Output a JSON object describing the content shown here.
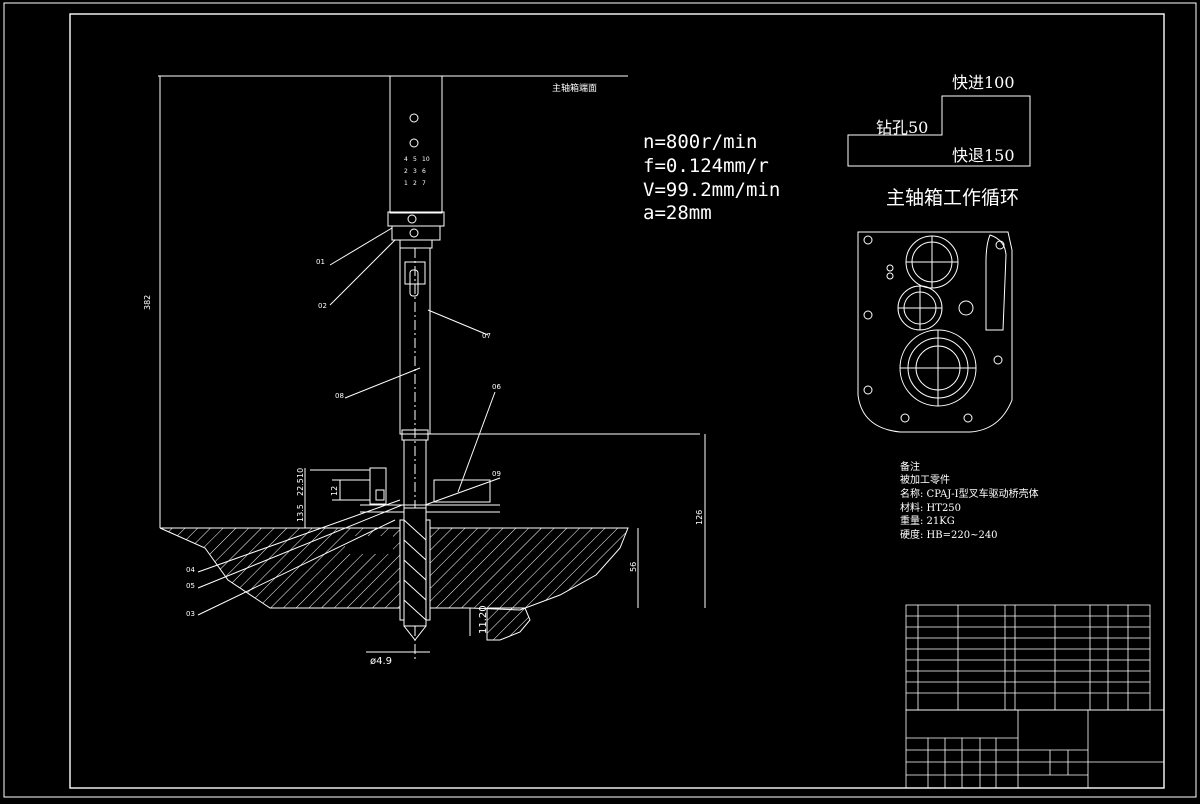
{
  "top_label": "主轴箱端面",
  "params": [
    "n=800r/min",
    "f=0.124mm/r",
    "V=99.2mm/min",
    "a=28mm"
  ],
  "cycle": {
    "fast_in": "快进100",
    "drill": "钻孔50",
    "fast_out": "快退150",
    "title": "主轴箱工作循环"
  },
  "notes": {
    "heading": "备注",
    "part_heading": "被加工零件",
    "name": "名称: CPAJ-I型叉车驱动桥壳体",
    "material": "材料: HT250",
    "weight": "重量: 21KG",
    "hardness": "硬度:  HB=220~240"
  },
  "dimensions": {
    "total_height": "382",
    "right_height": "126",
    "mid_height": "56",
    "small_12": "12",
    "small_35": "13.5",
    "small_225": "22.5",
    "small_10": "10",
    "tip": "11.20",
    "diameter": "ø4.9"
  },
  "callouts": [
    "01",
    "02",
    "07",
    "08",
    "06",
    "09",
    "04",
    "05",
    "03"
  ],
  "spindle_numbers": [
    "4",
    "2",
    "1",
    "5",
    "3",
    "2",
    "6",
    "7",
    "10"
  ]
}
